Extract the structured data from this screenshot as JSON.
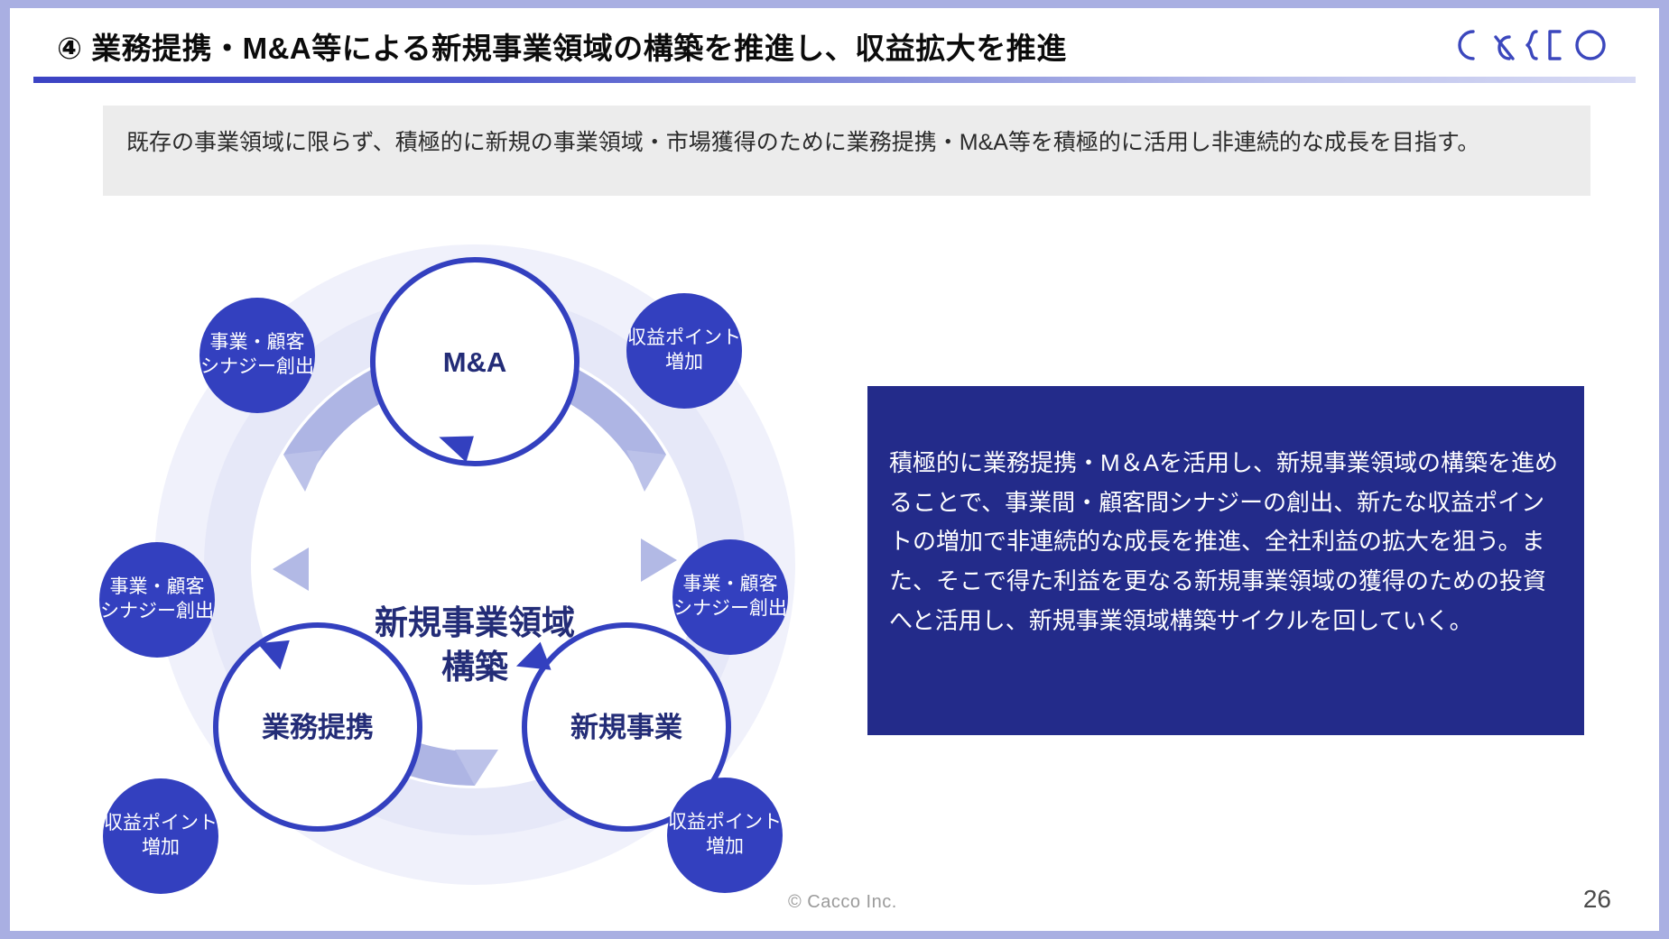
{
  "header": {
    "title": "④ 業務提携・M&A等による新規事業領域の構築を推進し、収益拡大を推進",
    "logo_name": "cacco-logo",
    "accent_color": "#3c43c4"
  },
  "lead": {
    "text": "既存の事業領域に限らず、積極的に新規の事業領域・市場獲得のために業務提携・M&A等を積極的に活用し非連続的な成長を目指す。",
    "background_color": "#ececec"
  },
  "diagram": {
    "center_label": "新規事業領域\n構築",
    "center_line1": "新規事業領域",
    "center_line2": "構築",
    "nodes": [
      {
        "id": "ma",
        "label": "M&A",
        "bubbles": [
          {
            "line1": "事業・顧客",
            "line2": "シナジー創出"
          },
          {
            "line1": "収益ポイント",
            "line2": "増加"
          }
        ]
      },
      {
        "id": "alliance",
        "label": "業務提携",
        "bubbles": [
          {
            "line1": "事業・顧客",
            "line2": "シナジー創出"
          },
          {
            "line1": "収益ポイント",
            "line2": "増加"
          }
        ]
      },
      {
        "id": "newbiz",
        "label": "新規事業",
        "bubbles": [
          {
            "line1": "事業・顧客",
            "line2": "シナジー創出"
          },
          {
            "line1": "収益ポイント",
            "line2": "増加"
          }
        ]
      }
    ],
    "colors": {
      "ring_outer": "#eceefb",
      "ring_inner": "#dcdff6",
      "arrow_band": "#aeb5e4",
      "node_stroke": "#3340bf",
      "bubble_fill": "#3340bf",
      "text_navy": "#232c77"
    }
  },
  "callout": {
    "text": "積極的に業務提携・M＆Aを活用し、新規事業領域の構築を進めることで、事業間・顧客間シナジーの創出、新たな収益ポイントの増加で非連続的な成長を推進、全社利益の拡大を狙う。また、そこで得た利益を更なる新規事業領域の獲得のための投資へと活用し、新規事業領域構築サイクルを回していく。",
    "background_color": "#232b8a"
  },
  "footer": {
    "copyright": "© Cacco Inc.",
    "page_number": "26"
  }
}
